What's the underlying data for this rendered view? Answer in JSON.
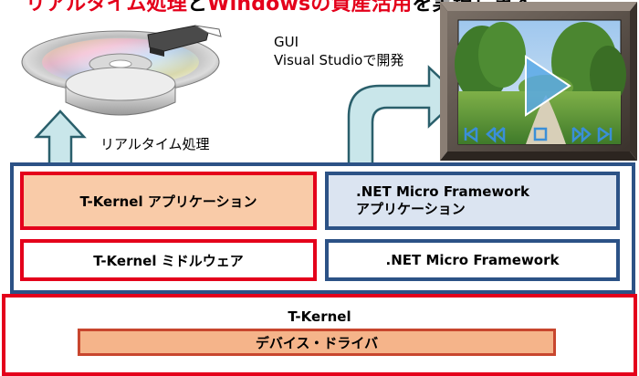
{
  "headline": {
    "part1": "リアルタイム処理",
    "part2": "と",
    "part3": "Windowsの資産活用",
    "part4": "を実現します。"
  },
  "gui_label": {
    "line1": "GUI",
    "line2": "Visual Studioで開発"
  },
  "realtime_label": "リアルタイム処理",
  "layers": {
    "tkernel_app": "T-Kernel アプリケーション",
    "netmf_app_line1": ".NET Micro Framework",
    "netmf_app_line2": "アプリケーション",
    "tkernel_middleware": "T-Kernel ミドルウェア",
    "netmf": ".NET Micro Framework",
    "tkernel": "T-Kernel",
    "device_driver": "デバイス・ドライバ"
  },
  "colors": {
    "red": "#e4001b",
    "navy": "#2c5286",
    "peach": "#f9cba8",
    "lightblue": "#dbe4f1",
    "arrow_fill": "#c9e6ea",
    "arrow_stroke": "#2a5f6b",
    "driver_fill": "#f5b48a",
    "driver_border": "#c8462e"
  },
  "icons": [
    "cd-disc-icon",
    "video-player-icon",
    "play-icon",
    "skip-back-icon",
    "rewind-icon",
    "stop-icon",
    "fast-forward-icon",
    "skip-forward-icon"
  ]
}
